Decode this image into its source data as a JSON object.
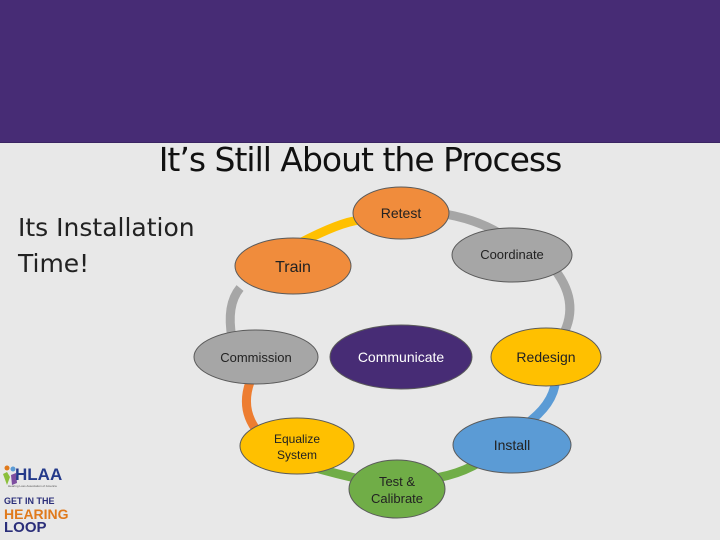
{
  "slide": {
    "title": "It’s Still About the Process",
    "side_text_line1": "Its Installation",
    "side_text_line2": "Time!"
  },
  "cycle": {
    "center": "Communicate",
    "steps": [
      {
        "label": "Retest",
        "color": "#f08c3c"
      },
      {
        "label": "Coordinate",
        "color": "#a6a6a6"
      },
      {
        "label": "Redesign",
        "color": "#ffc000"
      },
      {
        "label": "Install",
        "color": "#5b9bd5"
      },
      {
        "label": "Test &",
        "label2": "Calibrate",
        "color": "#70ad47"
      },
      {
        "label": "Equalize",
        "label2": "System",
        "color": "#ffc000"
      },
      {
        "label": "Commission",
        "color": "#a6a6a6"
      },
      {
        "label": "Train",
        "color": "#f08c3c"
      }
    ],
    "center_color": "#472c75"
  },
  "logo": {
    "name": "HLAA",
    "tagline": "Hearing Loss Association of America",
    "line1": "GET IN THE",
    "line2": "HEARING",
    "line3": "LOOP"
  }
}
